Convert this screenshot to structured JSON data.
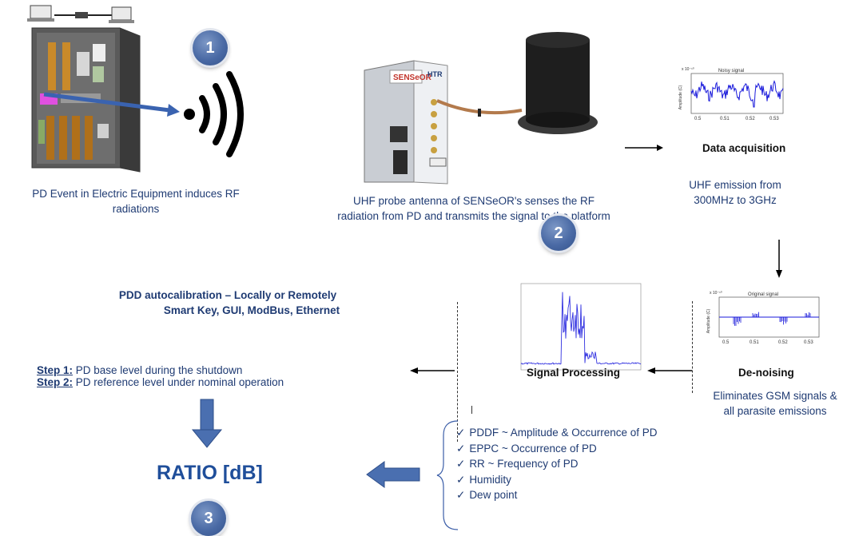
{
  "badges": {
    "one": "1",
    "two": "2",
    "three": "3"
  },
  "captions": {
    "pd_event": "PD Event in Electric Equipment induces RF radiations",
    "uhf_probe": "UHF probe antenna of SENSeOR's senses the RF radiation from PD and transmits the signal to the platform",
    "uhf_emission": "UHF emission from 300MHz to 3GHz",
    "eliminates": "Eliminates GSM signals & all parasite emissions"
  },
  "labels": {
    "data_acquisition": "Data acquisition",
    "signal_processing": "Signal Processing",
    "de_noising": "De-noising"
  },
  "device": {
    "brand": "SENSeOR",
    "model": "HTR"
  },
  "plots": {
    "noisy_title": "Noisy signal",
    "original_title": "Original signal",
    "amplitude_label": "Amplitude (C)",
    "exponent": "x 10⁻¹⁰",
    "noisy_ticks": [
      "0.5",
      "0.51",
      "0.52",
      "0.53"
    ],
    "original_ticks": [
      "0.5",
      "0.51",
      "0.52",
      "0.53"
    ]
  },
  "calibration": {
    "title_line1": "PDD autocalibration – Locally or Remotely",
    "title_line2": "Smart Key, GUI, ModBus, Ethernet",
    "step1_label": "Step 1:",
    "step1_text": " PD base level during the shutdown",
    "step2_label": "Step 2:",
    "step2_text": " PD reference level under nominal operation",
    "ratio": "RATIO [dB]"
  },
  "outputs": [
    "PDDF ~ Amplitude & Occurrence of PD",
    "EPPC ~ Occurrence of PD",
    "RR ~ Frequency of PD",
    "Humidity",
    "Dew point"
  ],
  "colors": {
    "text_blue": "#1f3b73",
    "arrow_blue": "#4a6fb0",
    "signal_blue": "#1a1adb",
    "badge_blue": "#4a6aa5"
  }
}
